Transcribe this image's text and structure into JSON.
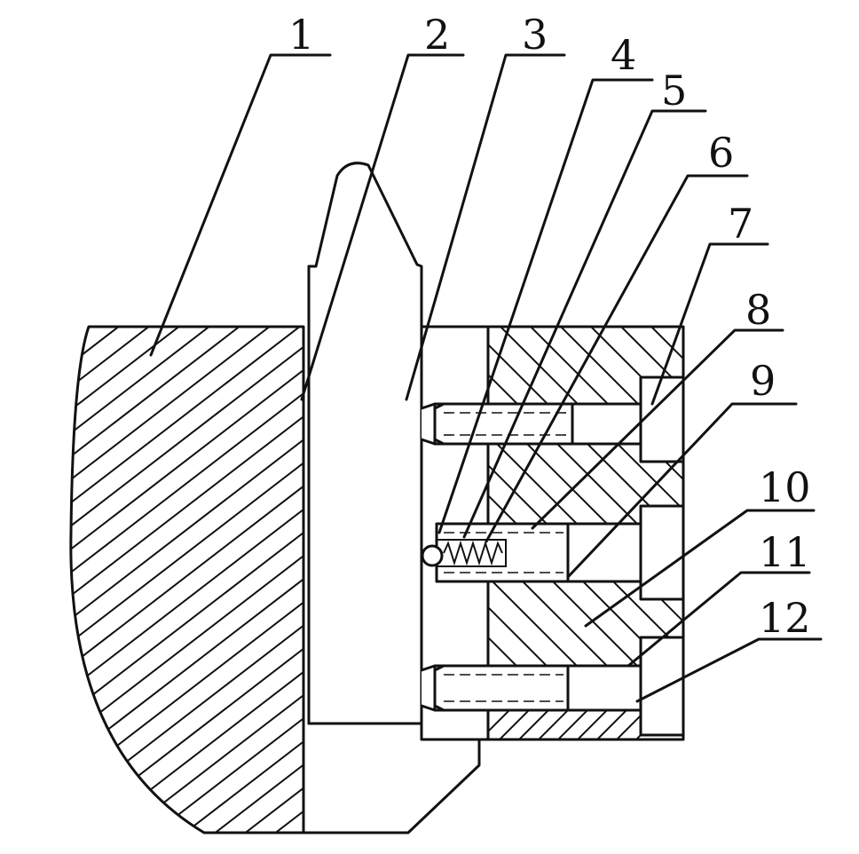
{
  "diagram": {
    "labels": [
      "1",
      "2",
      "3",
      "4",
      "5",
      "6",
      "7",
      "8",
      "9",
      "10",
      "11",
      "12"
    ],
    "stroke_color": "#111111",
    "background": "#ffffff"
  }
}
